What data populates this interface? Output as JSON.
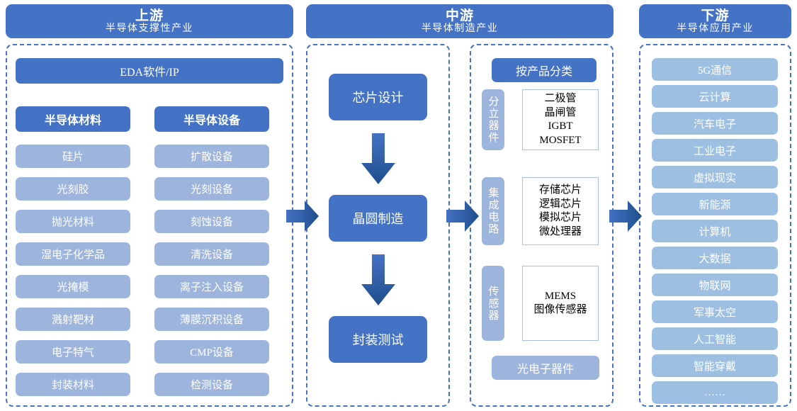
{
  "colors": {
    "dark_blue": "#4472C4",
    "light_blue": "#9DB4DC",
    "downstream_blue": "#9DC0E2",
    "white_box_border": "#A9C0E4"
  },
  "headers": [
    {
      "title": "上游",
      "subtitle": "半导体支撑性产业"
    },
    {
      "title": "中游",
      "subtitle": "半导体制造产业"
    },
    {
      "title": "下游",
      "subtitle": "半导体应用产业"
    }
  ],
  "upstream": {
    "top_box": "EDA软件/IP",
    "columns": [
      {
        "header": "半导体材料",
        "items": [
          "硅片",
          "光刻胶",
          "抛光材料",
          "湿电子化学品",
          "光掩模",
          "溅射靶材",
          "电子特气",
          "封装材料"
        ]
      },
      {
        "header": "半导体设备",
        "items": [
          "扩散设备",
          "光刻设备",
          "刻蚀设备",
          "清洗设备",
          "离子注入设备",
          "薄膜沉积设备",
          "CMP设备",
          "检测设备"
        ]
      }
    ]
  },
  "midstream": {
    "flow": [
      "芯片设计",
      "晶圆制造",
      "封装测试"
    ],
    "classification": {
      "header": "按产品分类",
      "groups": [
        {
          "label": "分立器件",
          "items": [
            "二极管",
            "晶闸管",
            "IGBT",
            "MOSFET"
          ]
        },
        {
          "label": "集成电路",
          "items": [
            "存储芯片",
            "逻辑芯片",
            "模拟芯片",
            "微处理器"
          ]
        },
        {
          "label": "传感器",
          "items": [
            "MEMS",
            "图像传感器"
          ]
        }
      ],
      "footer_box": "光电子器件"
    }
  },
  "downstream": {
    "items": [
      "5G通信",
      "云计算",
      "汽车电子",
      "工业电子",
      "虚拟现实",
      "新能源",
      "计算机",
      "大数据",
      "物联网",
      "军事太空",
      "人工智能",
      "智能穿戴",
      "……"
    ]
  }
}
